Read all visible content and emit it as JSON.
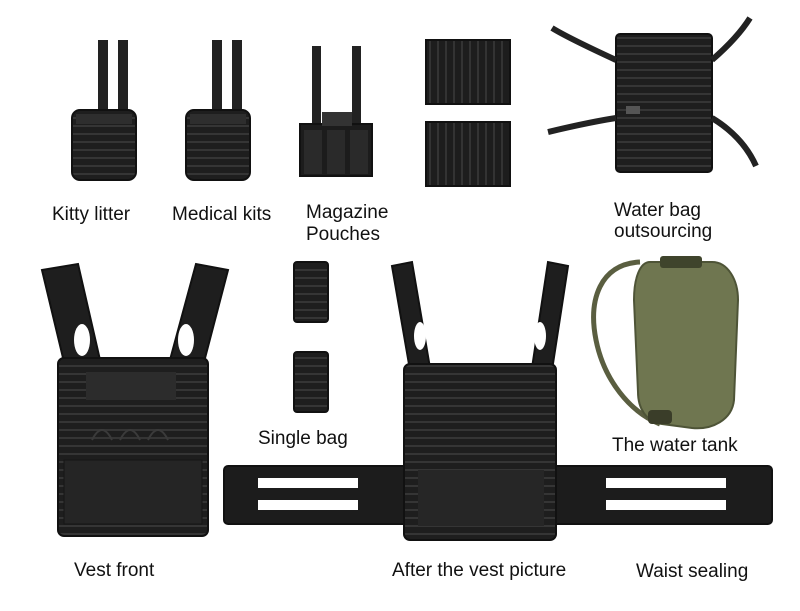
{
  "labels": {
    "kitty_litter": "Kitty litter",
    "medical_kits": "Medical kits",
    "magazine_line1": "Magazine",
    "magazine_line2": "Pouches",
    "water_bag_line1": "Water bag",
    "water_bag_line2": "outsourcing",
    "single_bag": "Single bag",
    "water_tank": "The water tank",
    "vest_front": "Vest front",
    "vest_back": "After the vest picture",
    "waist_sealing": "Waist sealing"
  },
  "colors": {
    "gear": "#1a1a1a",
    "gear_shade": "#2b2b2b",
    "webbing": "#3a3a3a",
    "bladder": "#6f7650",
    "bladder_dark": "#4e5437",
    "tube": "#5a5e40"
  }
}
